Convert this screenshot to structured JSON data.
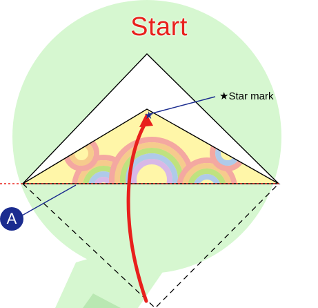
{
  "diagram": {
    "title": "Start",
    "star_label": "Star mark",
    "star_glyph": "★",
    "point_label": "A",
    "colors": {
      "title": "#e8201c",
      "background_shape": "#d6f7d0",
      "paper_fill": "#fff6a8",
      "fold_arrow": "#e8201c",
      "leader_line": "#1b2c8f",
      "crease": "#e8201c",
      "badge": "#1b2c8f"
    }
  }
}
